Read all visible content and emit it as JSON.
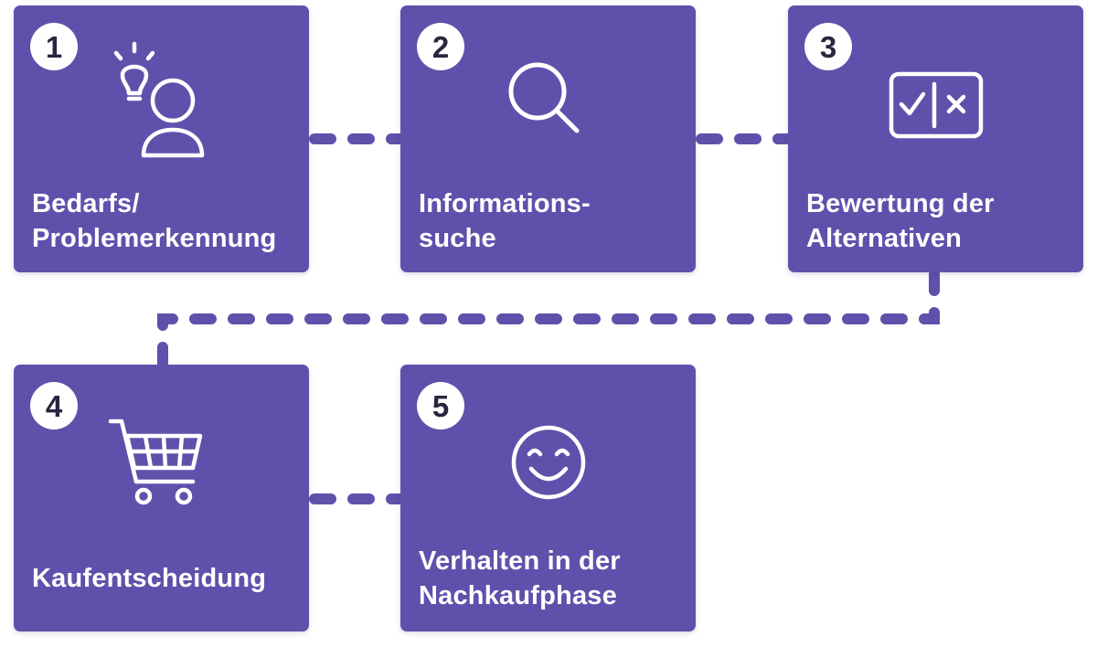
{
  "colors": {
    "card": "#6150ab",
    "connector": "#6150ab",
    "badge_bg": "#ffffff",
    "badge_text": "#2b2540",
    "card_text": "#ffffff"
  },
  "steps": [
    {
      "number": "1",
      "label": "Bedarfs/\nProblemerkennung",
      "icon": "idea-person-icon"
    },
    {
      "number": "2",
      "label": "Informations-\nsuche",
      "icon": "search-icon"
    },
    {
      "number": "3",
      "label": "Bewertung der\nAlternativen",
      "icon": "check-versus-cross-icon"
    },
    {
      "number": "4",
      "label": "Kaufentscheidung",
      "icon": "shopping-cart-icon"
    },
    {
      "number": "5",
      "label": "Verhalten in der\nNachkaufphase",
      "icon": "smiley-face-icon"
    }
  ]
}
